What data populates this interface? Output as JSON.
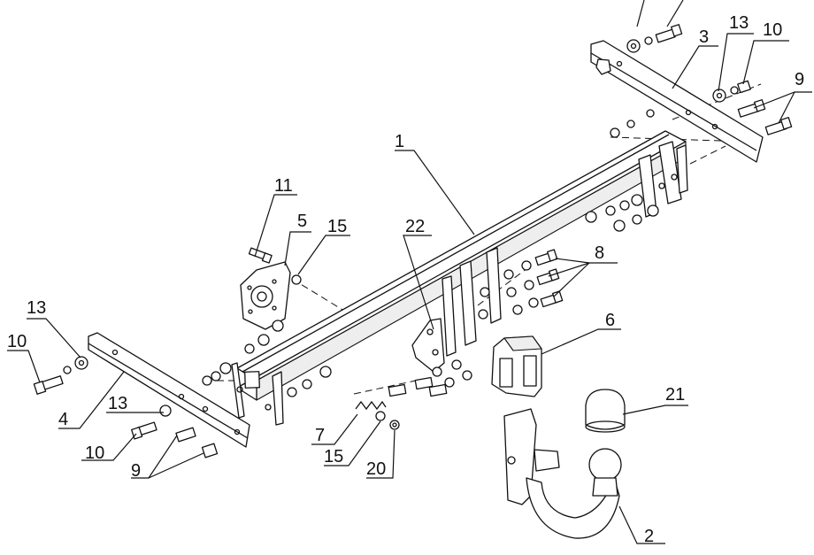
{
  "labels": {
    "frame": "1",
    "ball_neck": "2",
    "right_bracket": "3",
    "left_bracket": "4",
    "socket_plate": "5",
    "lock_housing": "6",
    "spring": "7",
    "bolts_8": "8",
    "bolt_9_right": "9",
    "bolt_9_left": "9",
    "bolt_10_right": "10",
    "bolt_10_left_top": "10",
    "bolt_10_left_bottom": "10",
    "bolt_11": "11",
    "washer_13_right": "13",
    "washer_13_left_top": "13",
    "washer_13_left_bottom": "13",
    "washer_15_top": "15",
    "washer_15_bottom": "15",
    "nut_20": "20",
    "ball_cover": "21",
    "bracket_22": "22"
  }
}
